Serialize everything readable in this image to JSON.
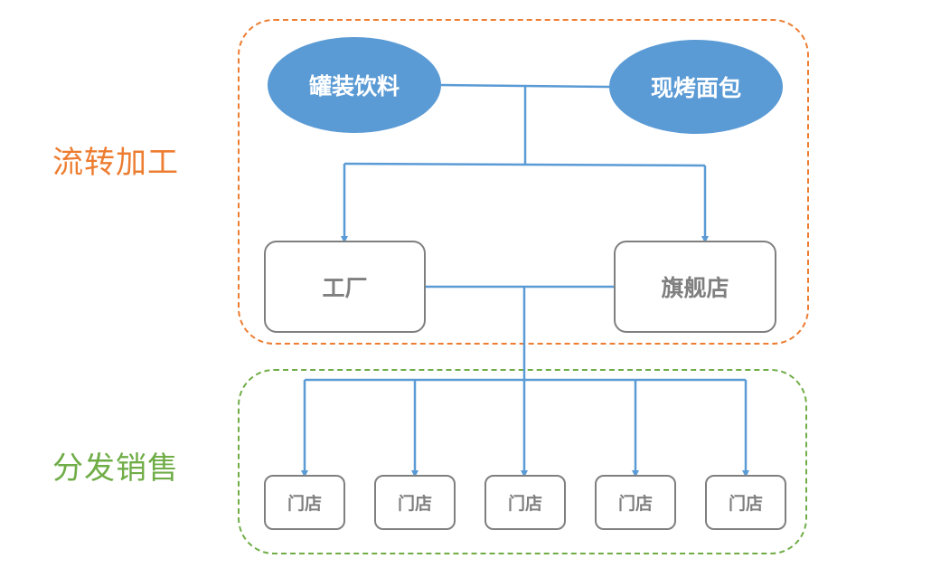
{
  "sections": {
    "processing_label": "流转加工",
    "distribution_label": "分发销售"
  },
  "sources": {
    "drinks": "罐装饮料",
    "bread": "现烤面包"
  },
  "hubs": {
    "factory": "工厂",
    "flagship": "旗舰店"
  },
  "stores": [
    "门店",
    "门店",
    "门店",
    "门店",
    "门店"
  ],
  "colors": {
    "processing_accent": "#ED7D31",
    "distribution_accent": "#70AD47",
    "node_fill": "#5B9BD5",
    "connector": "#5B9BD5",
    "box_border": "#7F7F7F"
  }
}
